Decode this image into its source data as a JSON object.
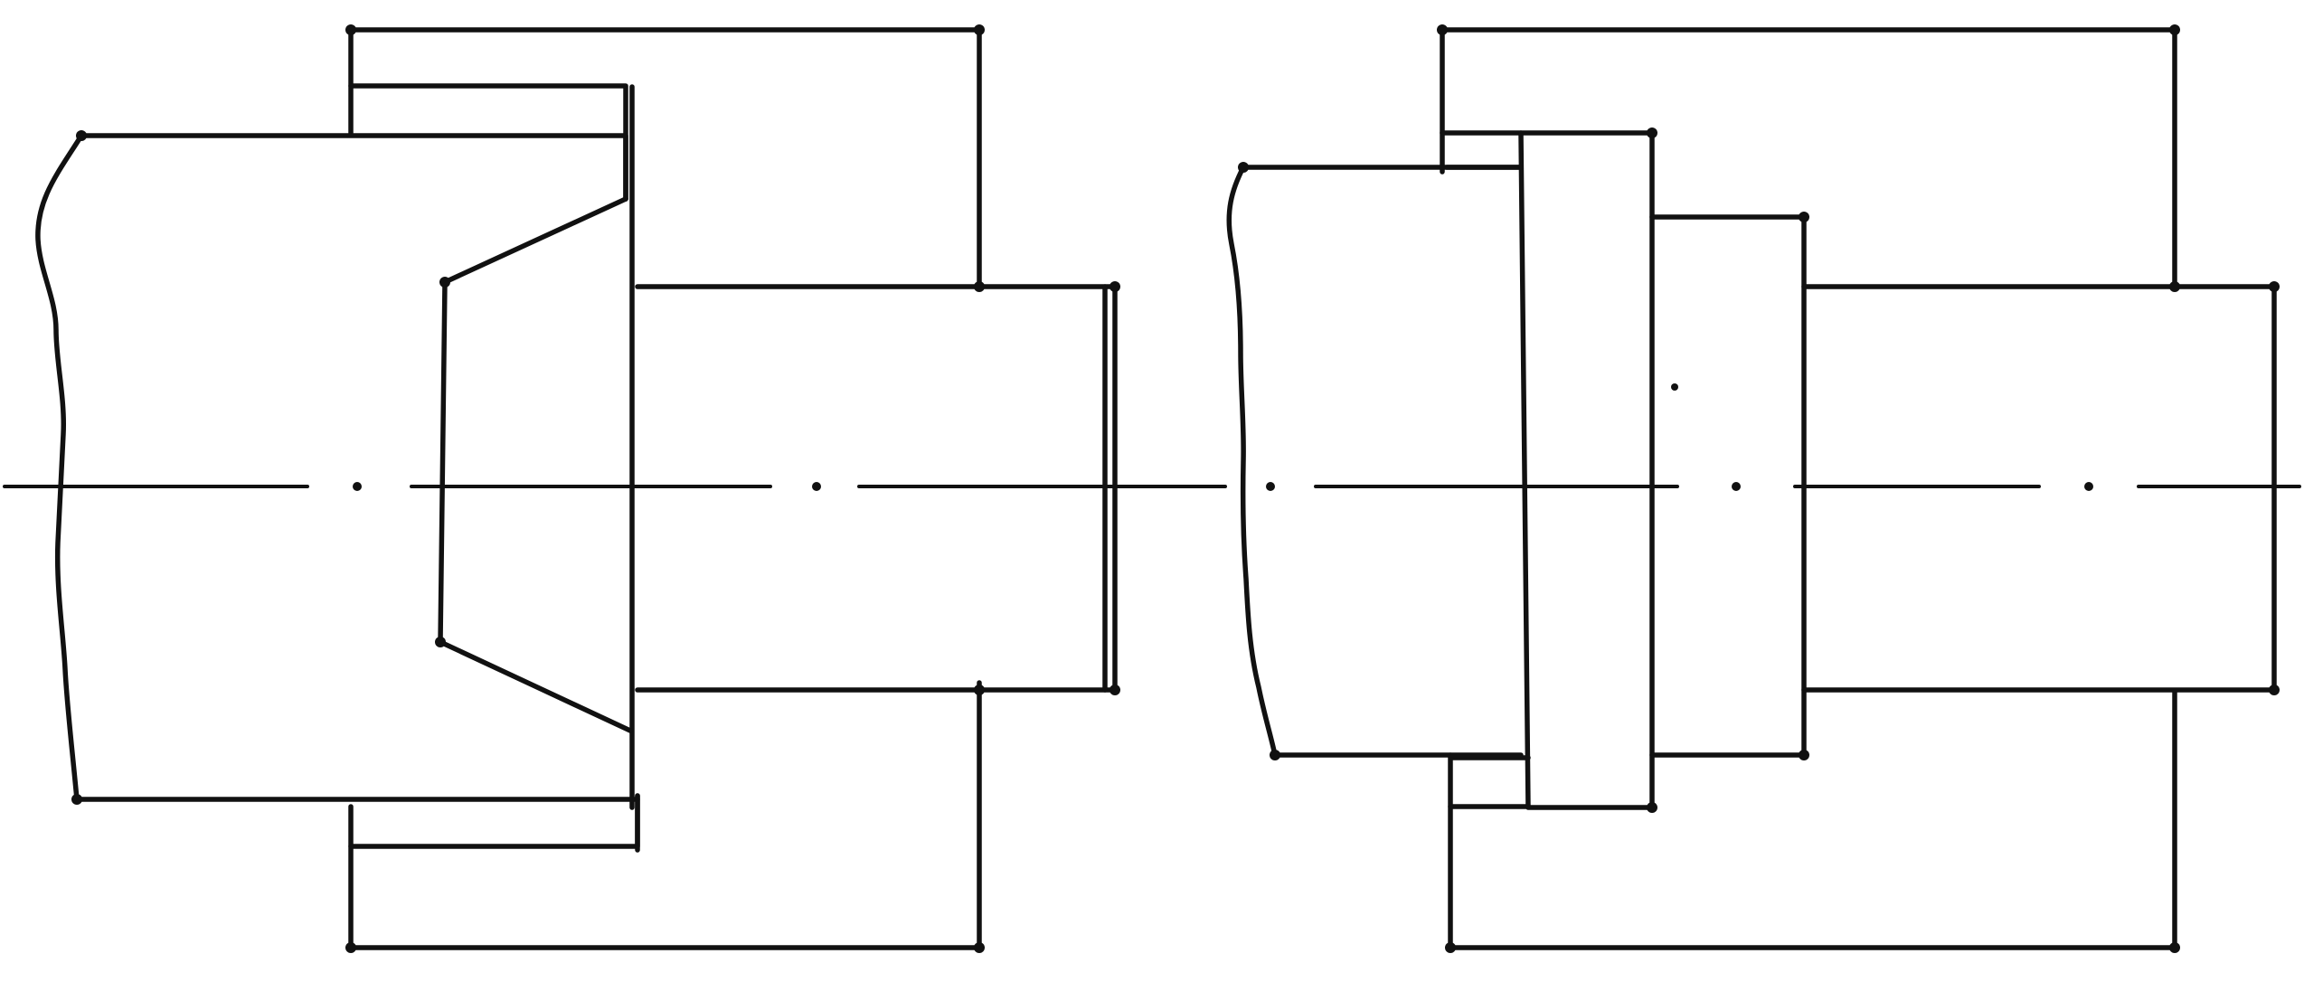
{
  "figure": {
    "background": "#ffffff",
    "ink_color": "#111111",
    "style": "hand-drawn technical cross-section, two views side by side",
    "views": [
      {
        "name": "left-view",
        "parts": [
          "outer-housing",
          "inner-ring",
          "left-shaft",
          "tapered-plug",
          "right-shaft"
        ]
      },
      {
        "name": "right-view",
        "parts": [
          "outer-housing",
          "shoulder-step",
          "left-shaft",
          "collar-disc",
          "spacer-ring",
          "right-shaft"
        ]
      }
    ],
    "center_line": "dash-dot"
  }
}
